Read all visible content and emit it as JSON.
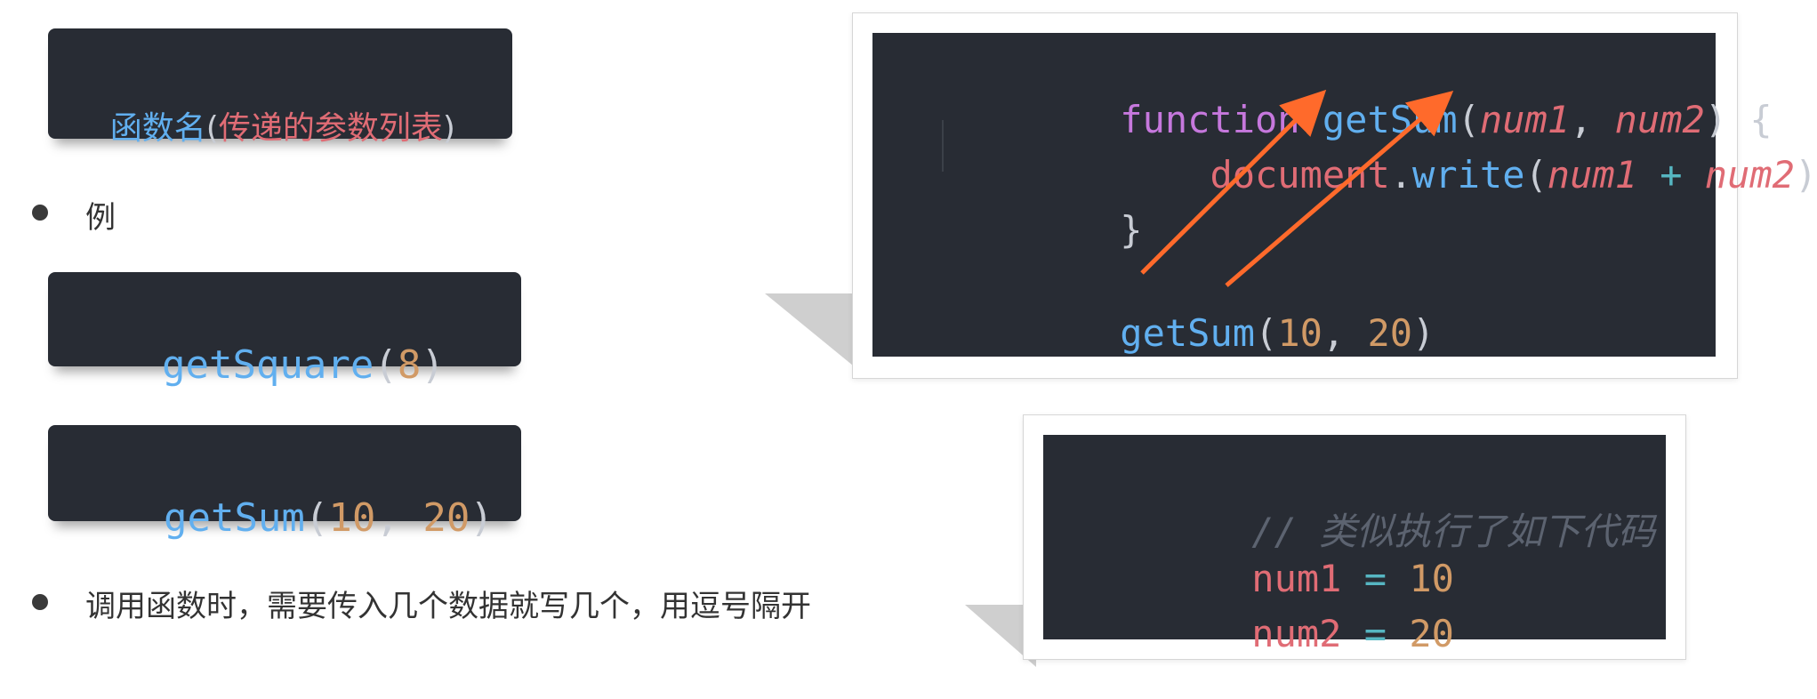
{
  "syntax_box": {
    "func_name": "函数名",
    "open": "(",
    "params": "传递的参数列表",
    "close": ")"
  },
  "bullet_example": "例",
  "example1": {
    "name": "getSquare",
    "open": "(",
    "arg": "8",
    "close": ")"
  },
  "example2": {
    "name": "getSum",
    "open": "(",
    "arg1": "10",
    "sep": ", ",
    "arg2": "20",
    "close": ")"
  },
  "bullet_note": "调用函数时，需要传入几个数据就写几个，用逗号隔开",
  "code_panel": {
    "kw_function": "function",
    "fn_name": "getSum",
    "open": "(",
    "p1": "num1",
    "comma": ", ",
    "p2": "num2",
    "close_brace_open": ") {",
    "indent": "    ",
    "obj": "document",
    "dot": ".",
    "method": "write",
    "open2": "(",
    "a1": "num1",
    "plus": " + ",
    "a2": "num2",
    "close2": ")",
    "close_brace": "}",
    "call_name": "getSum",
    "call_open": "(",
    "call_a1": "10",
    "call_sep": ", ",
    "call_a2": "20",
    "call_close": ")"
  },
  "assign_panel": {
    "comment": "// 类似执行了如下代码",
    "var1": "num1",
    "eq": " = ",
    "val1": "10",
    "var2": "num2",
    "val2": "20"
  },
  "colors": {
    "code_bg": "#282c34",
    "blue": "#61afef",
    "red": "#e06c75",
    "orange": "#d19a66",
    "purple": "#c678dd",
    "arrow": "#ff6a2b"
  }
}
